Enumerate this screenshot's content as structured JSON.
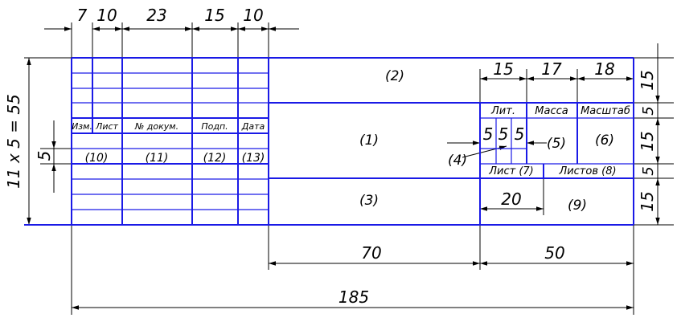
{
  "colors": {
    "frame": "#1a1ae6",
    "dimension": "#000000"
  },
  "dimensions": {
    "top_7": "7",
    "top_10a": "10",
    "top_23": "23",
    "top_15": "15",
    "top_10b": "10",
    "right_15a": "15",
    "right_17": "17",
    "right_18": "18",
    "side_15a": "15",
    "side_5a": "5",
    "side_15b": "15",
    "side_5b": "5",
    "side_15c": "15",
    "inner_20": "20",
    "bottom_70": "70",
    "bottom_50": "50",
    "bottom_185": "185",
    "left_total": "11 x 5 = 55",
    "left_5": "5",
    "lit_cells": [
      "5",
      "5",
      "5"
    ]
  },
  "headers": {
    "izm": "Изм.",
    "list": "Лист",
    "nomer": "№ докум.",
    "podp": "Подп.",
    "data": "Дата",
    "lit": "Лит.",
    "massa": "Масса",
    "masshtab": "Масштаб",
    "list7": "Лист (7)",
    "listov8": "Листов (8)"
  },
  "labels": {
    "l1": "(1)",
    "l2": "(2)",
    "l3": "(3)",
    "l4": "(4)",
    "l5": "(5)",
    "l6": "(6)",
    "l9": "(9)",
    "l10": "(10)",
    "l11": "(11)",
    "l12": "(12)",
    "l13": "(13)"
  }
}
